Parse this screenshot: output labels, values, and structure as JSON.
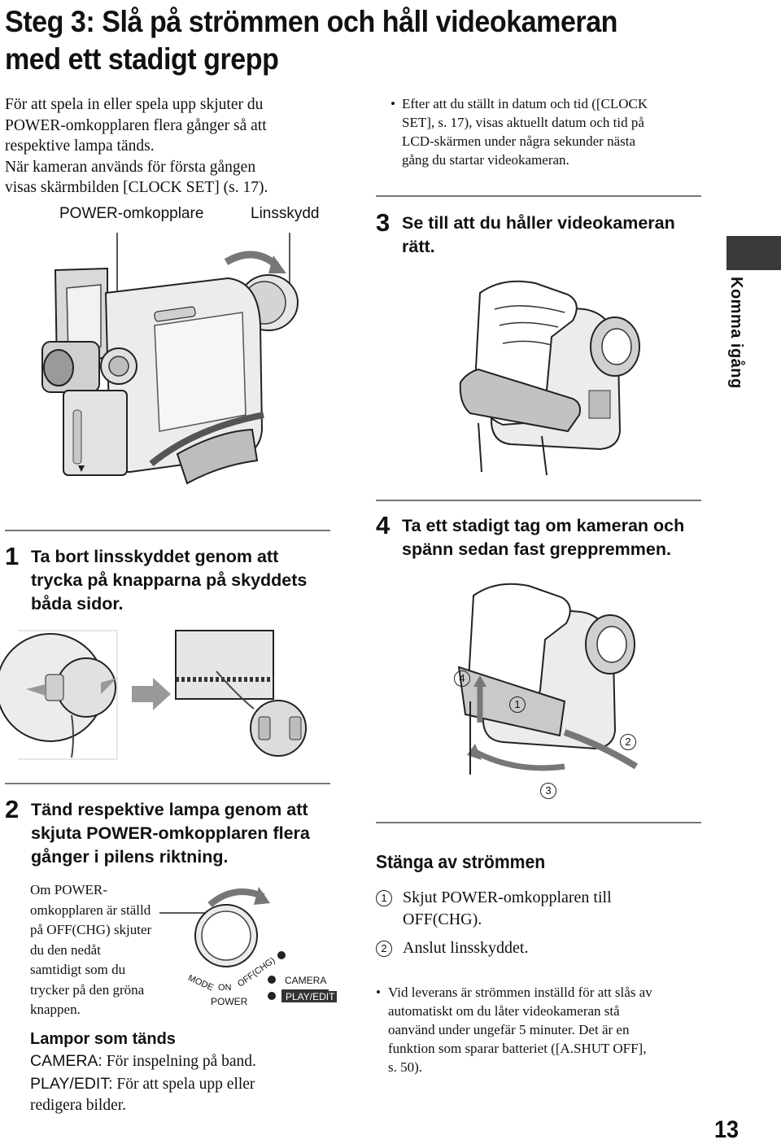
{
  "title": {
    "line1": "Steg 3: Slå på strömmen och håll videokameran",
    "line2": "med ett stadigt grepp"
  },
  "intro": {
    "lines": [
      "För att spela in eller spela upp skjuter du",
      "POWER-omkopplaren flera gånger så att",
      "respektive lampa tänds.",
      "När kameran används för första gången",
      "visas skärmbilden [CLOCK SET] (s. 17)."
    ]
  },
  "labels": {
    "power_switch": "POWER-omkopplare",
    "lens_cap": "Linsskydd"
  },
  "clock_note": {
    "bullet": "•",
    "lines": [
      "Efter att du ställt in datum och tid ([CLOCK",
      "SET], s. 17), visas aktuellt datum och tid på",
      "LCD-skärmen under några sekunder nästa",
      "gång du startar videokameran."
    ]
  },
  "steps": [
    {
      "num": "1",
      "lines": [
        "Ta bort linsskyddet genom att",
        "trycka på knapparna på skyddets",
        "båda sidor."
      ]
    },
    {
      "num": "2",
      "lines": [
        "Tänd respektive lampa genom att",
        "skjuta POWER-omkopplaren flera",
        "gånger i pilens riktning."
      ]
    },
    {
      "num": "3",
      "lines": [
        "Se till att du håller videokameran",
        "rätt."
      ]
    },
    {
      "num": "4",
      "lines": [
        "Ta ett stadigt tag om kameran och",
        "spänn sedan fast greppremmen."
      ]
    }
  ],
  "side_tab": {
    "text": "Komma igång"
  },
  "off_note": {
    "lines": [
      "Om POWER-",
      "omkopplaren är ställd",
      "på OFF(CHG) skjuter",
      "du den nedåt",
      "samtidigt som du",
      "trycker på den gröna",
      "knappen."
    ]
  },
  "switch_labels": {
    "mode": "MODE",
    "on": "ON",
    "off": "OFF(CHG)",
    "power": "POWER",
    "camera": "CAMERA",
    "play_edit": "PLAY/EDIT"
  },
  "lamps": {
    "heading": "Lampor som tänds",
    "camera_term": "CAMERA:",
    "camera_desc": " För inspelning på band.",
    "play_term": "PLAY/EDIT:",
    "play_desc": " För att spela upp eller",
    "play_desc2": "redigera bilder."
  },
  "power_off": {
    "heading": "Stänga av strömmen",
    "items": [
      {
        "num": "1",
        "lines": [
          "Skjut POWER-omkopplaren till",
          "OFF(CHG)."
        ]
      },
      {
        "num": "2",
        "lines": [
          "Anslut linsskyddet."
        ]
      }
    ],
    "bullet": "•",
    "note_lines": [
      "Vid leverans är strömmen inställd för att slås av",
      "automatiskt om du låter videokameran stå",
      "oanvänd under ungefär 5 minuter. Det är en",
      "funktion som sparar batteriet ([A.SHUT OFF],",
      "s. 50)."
    ]
  },
  "grip_markers": [
    "4",
    "1",
    "2",
    "3"
  ],
  "page_number": "13"
}
